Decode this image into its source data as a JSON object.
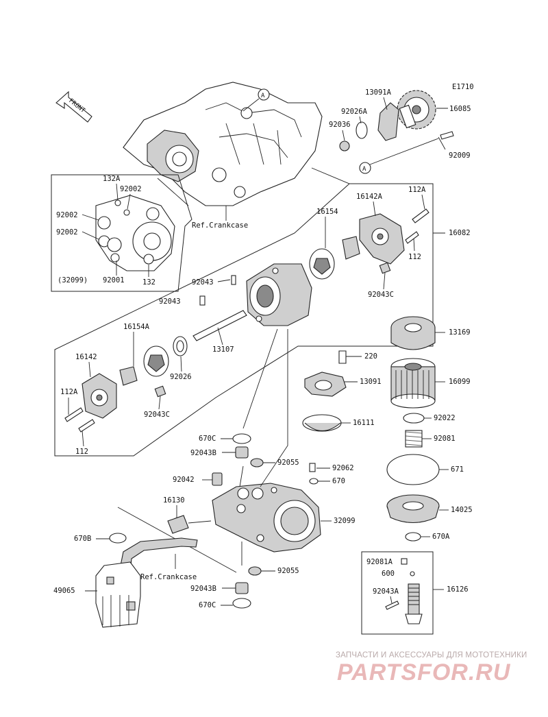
{
  "diagram_code": "E1710",
  "front_label": "FRONT",
  "ref_crankcase_top": "Ref.Crankcase",
  "ref_crankcase_bottom": "Ref.Crankcase",
  "inset_label": "(32099)",
  "marker_a": "A",
  "parts": {
    "p13091A": "13091A",
    "p16085": "16085",
    "p92026A": "92026A",
    "p92036": "92036",
    "p92009": "92009",
    "p132A": "132A",
    "p92002_a": "92002",
    "p92002_b": "92002",
    "p92002_c": "92002",
    "p92001": "92001",
    "p132": "132",
    "p16142A": "16142A",
    "p112A_top": "112A",
    "p16154": "16154",
    "p16082": "16082",
    "p112_top": "112",
    "p92043C_top": "92043C",
    "p92043_a": "92043",
    "p92043_b": "92043",
    "p16154A": "16154A",
    "p13107": "13107",
    "p13169": "13169",
    "p16142": "16142",
    "p92026": "92026",
    "p220": "220",
    "p13091": "13091",
    "p16099": "16099",
    "p112A_left": "112A",
    "p92043C_left": "92043C",
    "p16111": "16111",
    "p92022": "92022",
    "p92081": "92081",
    "p112_left": "112",
    "p670C_top": "670C",
    "p92043B_top": "92043B",
    "p92055_top": "92055",
    "p92062": "92062",
    "p671": "671",
    "p92042": "92042",
    "p670": "670",
    "p16130": "16130",
    "p32099": "32099",
    "p14025": "14025",
    "p670B": "670B",
    "p670A": "670A",
    "p92055_bottom": "92055",
    "p92081A": "92081A",
    "p600": "600",
    "p49065": "49065",
    "p92043B_bottom": "92043B",
    "p92043A": "92043A",
    "p16126": "16126",
    "p670C_bottom": "670C"
  },
  "watermark": {
    "caption": "ЗАПЧАСТИ И АКСЕССУАРЫ ДЛЯ МОТОТЕХНИКИ",
    "logo": "PARTSFOR.RU"
  }
}
